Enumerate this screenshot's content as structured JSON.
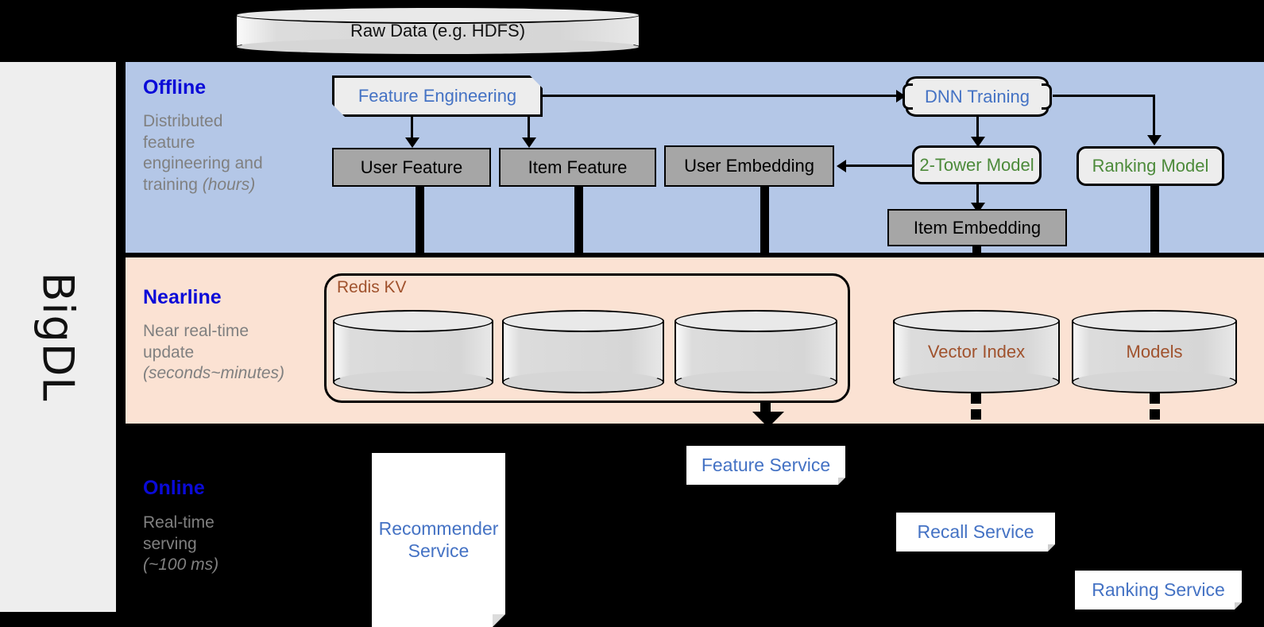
{
  "framework": {
    "name": "BigDL"
  },
  "source": {
    "raw_data_label": "Raw Data (e.g. HDFS)"
  },
  "bands": {
    "offline": {
      "title": "Offline",
      "subtitle_line1": "Distributed",
      "subtitle_line2": "feature",
      "subtitle_line3": "engineering and",
      "subtitle_line4": "training",
      "subtitle_italic": "(hours)",
      "bg_color": "#b4c7e7",
      "title_color": "#0a0ad8"
    },
    "nearline": {
      "title": "Nearline",
      "subtitle_line1": "Near real-time",
      "subtitle_line2": "update",
      "subtitle_italic": "(seconds~minutes)",
      "bg_color": "#fbe2d3",
      "title_color": "#0a0ad8"
    },
    "online": {
      "title": "Online",
      "subtitle_line1": "Real-time",
      "subtitle_line2": "serving",
      "subtitle_italic": "(~100 ms)",
      "bg_color": "#000000",
      "title_color": "#0a0ad8"
    }
  },
  "offline_nodes": {
    "feature_engineering": "Feature Engineering",
    "dnn_training": "DNN Training",
    "user_feature": "User Feature",
    "item_feature": "Item Feature",
    "user_embedding": "User Embedding",
    "two_tower_model": "2-Tower Model",
    "ranking_model": "Ranking Model",
    "item_embedding": "Item Embedding"
  },
  "nearline_nodes": {
    "redis_kv": "Redis KV",
    "store_1": "",
    "store_2": "",
    "store_3": "",
    "vector_index": "Vector Index",
    "models": "Models"
  },
  "online_nodes": {
    "recommender_service": "Recommender\nService",
    "recommender_service_line1": "Recommender",
    "recommender_service_line2": "Service",
    "feature_service": "Feature Service",
    "recall_service": "Recall Service",
    "ranking_service": "Ranking Service"
  },
  "colors": {
    "blue_text": "#4472c4",
    "green_text": "#4c8a3a",
    "brown_text": "#a0522d",
    "band_label_blue": "#0a0ad8",
    "gray_box": "#a6a6a6",
    "proc_box": "#ededed",
    "offline_band": "#b4c7e7",
    "nearline_band": "#fbe2d3",
    "online_band": "#000000",
    "rail": "#eeeeee"
  }
}
